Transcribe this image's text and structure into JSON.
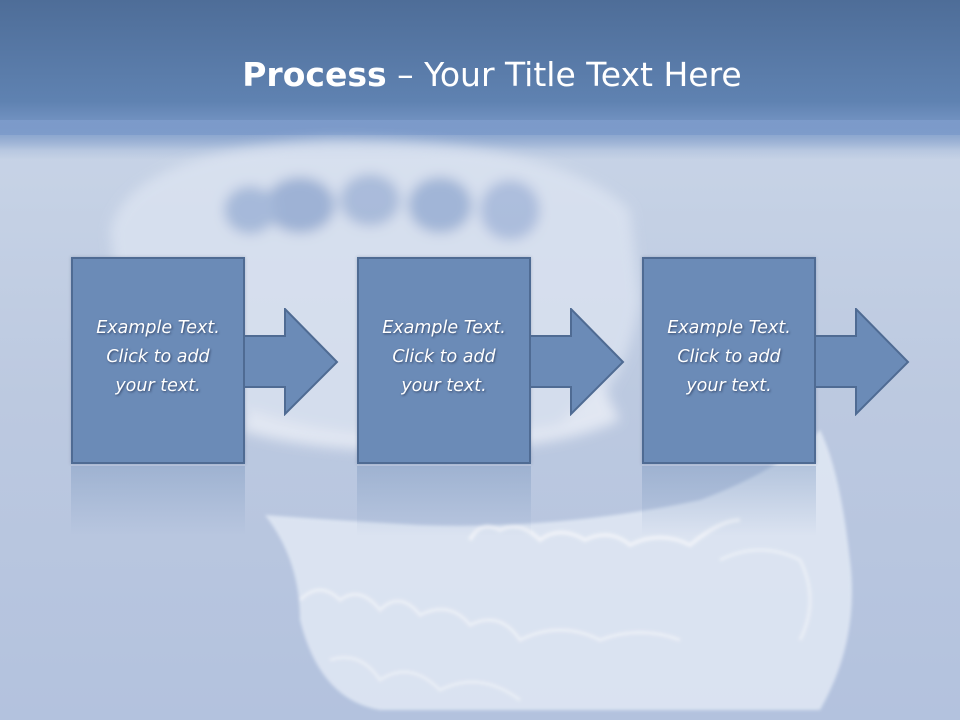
{
  "slide": {
    "title_bold": "Process",
    "title_rest": " – Your Title Text Here"
  },
  "steps": [
    {
      "line1": "Example Text.",
      "line2": "Click  to add",
      "line3": "your text."
    },
    {
      "line1": "Example Text.",
      "line2": "Click  to add",
      "line3": "your text."
    },
    {
      "line1": "Example Text.",
      "line2": "Click  to add",
      "line3": "your text."
    }
  ],
  "colors": {
    "box_fill": "#6b8bb7",
    "box_border": "#4f6b93",
    "header": "#5f82b1",
    "text": "#ffffff"
  },
  "icons": [
    "arrow-right-icon"
  ]
}
